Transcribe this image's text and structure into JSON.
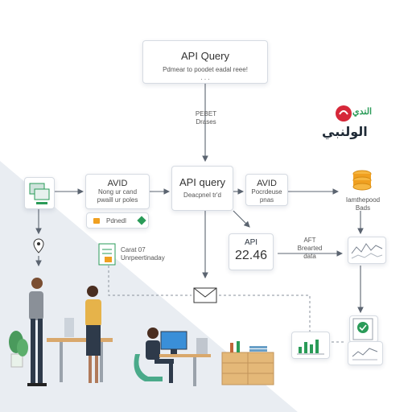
{
  "top_box": {
    "title": "API Query",
    "subtitle": "Pdmear to poodet eadal reee!",
    "dots": ". . ."
  },
  "connector_label": {
    "line1": "PEBET",
    "line2": "Drases"
  },
  "logo": {
    "text": "الولنبي",
    "mark_text": "الندي"
  },
  "avid_left": {
    "title": "AVID",
    "line1": "Nong ur cand",
    "line2": "pwaill ur poles"
  },
  "api_mid": {
    "title": "API query",
    "subtitle": "Deacpnel tr'd"
  },
  "avid_right": {
    "title": "AVID",
    "line1": "Pocrdeuse",
    "line2": "pnas"
  },
  "db_label": {
    "line1": "Iamthepood",
    "line2": "Bads"
  },
  "tag_box": {
    "text": "Pdnedl"
  },
  "doc_label": {
    "line1": "Carat 07",
    "line2": "Unrpeertinaday"
  },
  "api_value": {
    "title": "API",
    "value": "22.46"
  },
  "right_label": {
    "line1": "AFT",
    "line2": "Brearted",
    "line3": "data"
  },
  "colors": {
    "arrow": "#5b6470",
    "accent_green": "#2a9b58",
    "accent_orange": "#f0a020",
    "shade": "#e8ecf1"
  }
}
